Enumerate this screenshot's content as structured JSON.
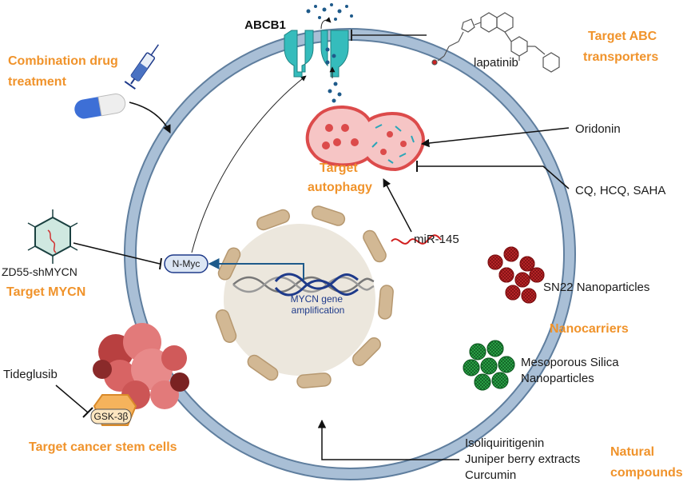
{
  "labels": {
    "abcb1": "ABCB1",
    "target_abc": [
      "Target ABC",
      "transporters"
    ],
    "lapatinib": "lapatinib",
    "combination": [
      "Combination drug",
      "treatment"
    ],
    "oridonin": "Oridonin",
    "cq": "CQ, HCQ, SAHA",
    "target_autophagy": [
      "Target",
      "autophagy"
    ],
    "mir145": "miR-145",
    "zd55": "ZD55-shMYCN",
    "target_mycn": "Target MYCN",
    "nmyc": "N-Myc",
    "mycn_amp": [
      "MYCN gene",
      "amplification"
    ],
    "sn22": "SN22 Nanoparticles",
    "nanocarriers": "Nanocarriers",
    "mesoporous": [
      "Mesoporous Silica",
      "Nanoparticles"
    ],
    "tideglusib": "Tideglusib",
    "gsk3b": "GSK-3β",
    "target_csc": "Target cancer stem cells",
    "natural_list": [
      "Isoliquiritigenin",
      "Juniper berry extracts",
      "Curcumin"
    ],
    "natural": [
      "Natural",
      "compounds"
    ]
  },
  "colors": {
    "accent_orange": "#f0932b",
    "membrane": "#a9bfd6",
    "membrane_edge": "#5f7e9e",
    "nucleus": "#ece7dd",
    "envelope": "#d2b894",
    "transporter": "#35bcbc",
    "dna_dark": "#1e3a8a",
    "dna_gray": "#777777",
    "autophagy_red": "#dc4b4b",
    "sn22_red": "#c0282b",
    "silica_green": "#2eaa4a",
    "csc_pink": "#e27a7a",
    "gsk_orange": "#f5b35c",
    "text": "#1a1a1a"
  },
  "icons": [
    "syringe-icon",
    "capsule-icon",
    "virus-icon",
    "mirna-icon",
    "transporter-icon"
  ]
}
